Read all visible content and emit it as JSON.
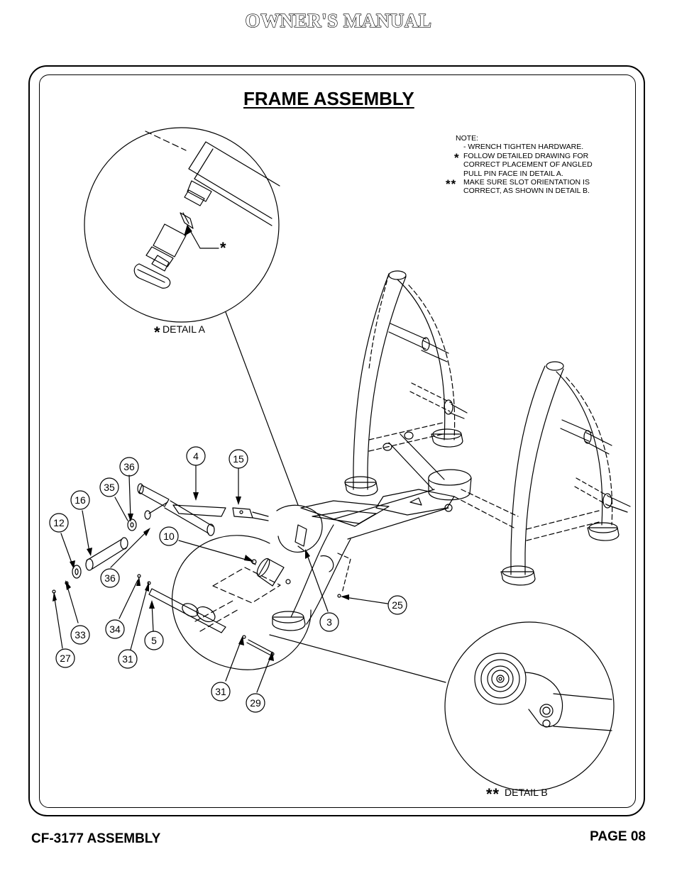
{
  "header": {
    "title": "OWNER'S MANUAL"
  },
  "section": {
    "title": "FRAME ASSEMBLY"
  },
  "note": {
    "heading": "NOTE:",
    "lines": [
      "-  WRENCH TIGHTEN HARDWARE.",
      "FOLLOW DETAILED DRAWING FOR",
      "CORRECT PLACEMENT OF ANGLED",
      "PULL PIN FACE IN DETAIL A.",
      "MAKE SURE SLOT ORIENTATION IS",
      "CORRECT, AS SHOWN IN DETAIL B."
    ],
    "marker_single": "*",
    "marker_double": "**"
  },
  "details": {
    "a": {
      "label": "DETAIL A",
      "marker": "*"
    },
    "b": {
      "label": "DETAIL B",
      "marker": "**"
    }
  },
  "callouts": {
    "c4": "4",
    "c15": "15",
    "c36a": "36",
    "c35": "35",
    "c16": "16",
    "c12": "12",
    "c10": "10",
    "c36b": "36",
    "c34": "34",
    "c33": "33",
    "c27": "27",
    "c31a": "31",
    "c5": "5",
    "c3": "3",
    "c25": "25",
    "c31b": "31",
    "c29": "29"
  },
  "footer": {
    "left": "CF-3177 ASSEMBLY",
    "right": "PAGE 08"
  }
}
